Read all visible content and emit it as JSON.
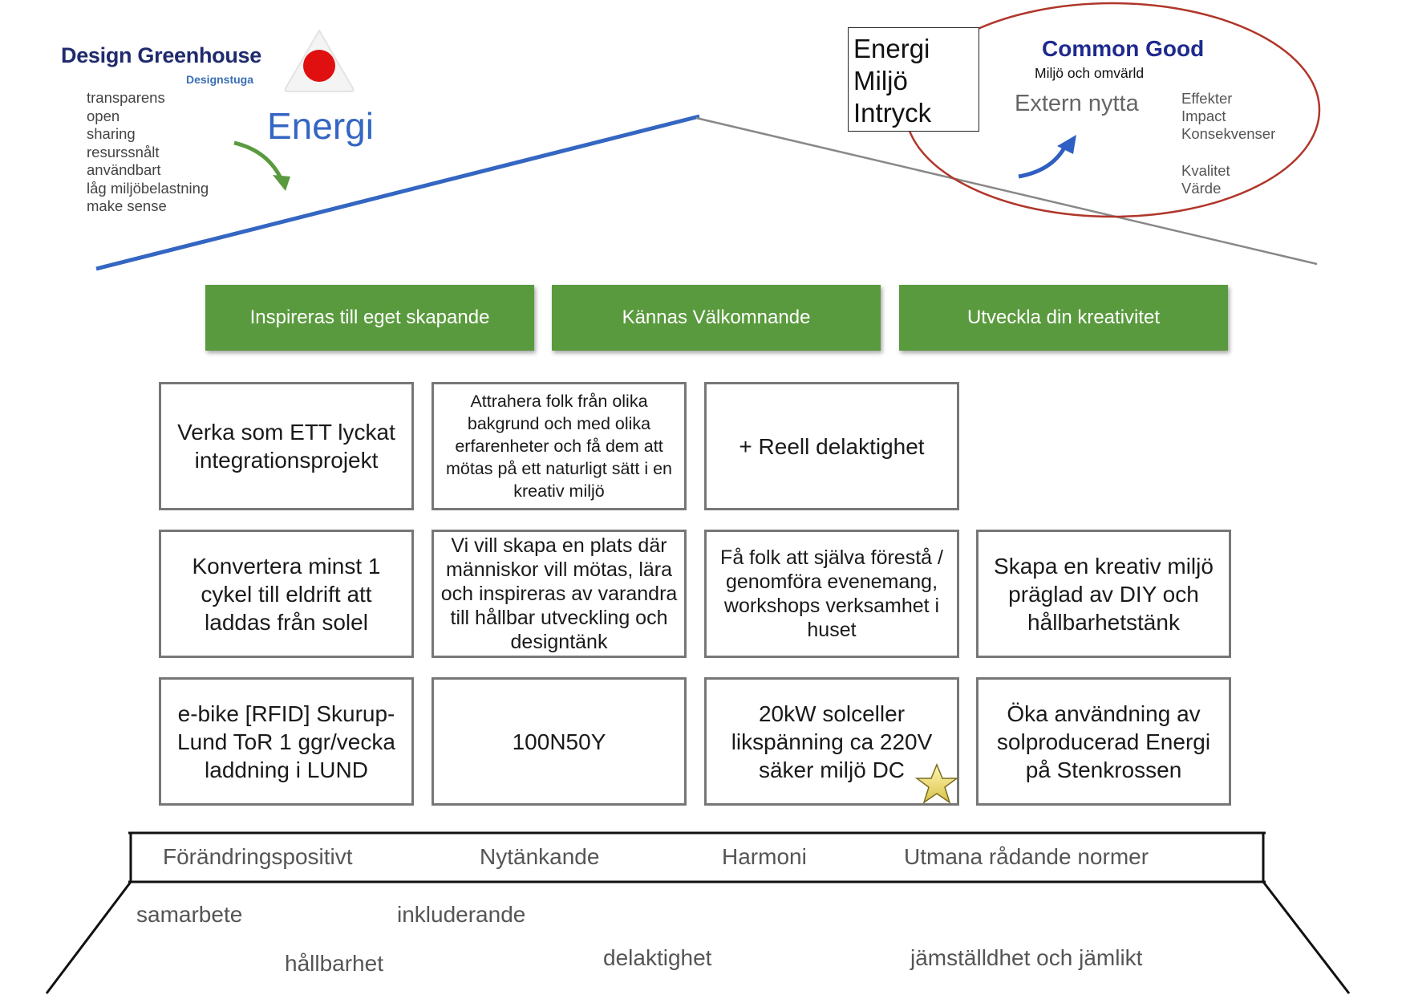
{
  "brand": {
    "title": "Design Greenhouse",
    "subtitle": "Designstuga"
  },
  "energy_label": "Energi",
  "values_list": [
    "transparens",
    "open",
    "sharing",
    "resurssnålt",
    "användbart",
    "låg miljöbelastning",
    "make sense"
  ],
  "roof_box": [
    "Energi",
    "Miljö",
    "Intryck"
  ],
  "common_good": {
    "title": "Common Good",
    "subtitle": "Miljö och omvärld",
    "benefit": "Extern nytta",
    "effects": [
      "Effekter",
      "Impact",
      "Konsekvenser"
    ],
    "quality": [
      "Kvalitet",
      "Värde"
    ]
  },
  "goals": [
    "Inspireras till eget skapande",
    "Kännas Välkomnande",
    "Utveckla din kreativitet"
  ],
  "grid": {
    "row1": [
      "Verka som ETT lyckat integrationsprojekt",
      "Attrahera folk från olika bakgrund och med olika erfarenheter och få dem att mötas på ett naturligt sätt i en kreativ miljö",
      "+ Reell delaktighet"
    ],
    "row2": [
      "Konvertera minst 1 cykel till eldrift att laddas från solel",
      "Vi vill skapa en plats där människor vill mötas, lära och inspireras av varandra till hållbar utveckling och designtänk",
      "Få folk att själva förestå / genomföra evenemang, workshops  verksamhet i huset",
      "Skapa en kreativ miljö präglad av DIY och hållbarhetstänk"
    ],
    "row3": [
      "e-bike [RFID] Skurup-Lund ToR 1 ggr/vecka laddning i LUND",
      "100N50Y",
      "20kW solceller likspänning ca 220V säker miljö DC",
      "Öka användning av solproducerad Energi på Stenkrossen"
    ]
  },
  "base_band": [
    "Förändringspositivt",
    "Nytänkande",
    "Harmoni",
    "Utmana rådande normer"
  ],
  "foundation": [
    "samarbete",
    "inkluderande",
    "hållbarhet",
    "delaktighet",
    "jämställdhet och jämlikt"
  ],
  "colors": {
    "green": "#5a9a3e",
    "roof_blue": "#3466c2",
    "ellipse_red": "#b0362a",
    "navy": "#1f2a6e"
  }
}
